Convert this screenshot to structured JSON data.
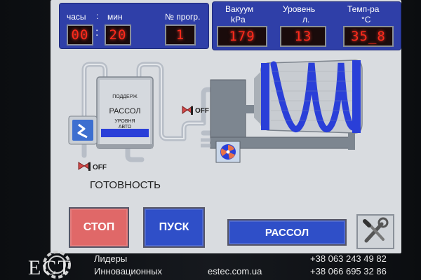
{
  "header": {
    "hours_label": "часы",
    "separator": ":",
    "minutes_label": "мин",
    "program_label": "№ прогр.",
    "hours_value": "00",
    "minutes_value": "20",
    "program_value": "1",
    "vacuum_label": "Вакуум",
    "vacuum_unit": "kPa",
    "vacuum_value": "179",
    "level_label": "Уровень",
    "level_unit": "л.",
    "level_value": "13",
    "temp_label": "Темп-ра",
    "temp_unit": "°C",
    "temp_value": "35_8"
  },
  "tank": {
    "line1": "ПОДДЕРЖ",
    "line2": "РАССОЛ",
    "line3": "УРОВНЯ",
    "line4": "АВТО"
  },
  "valves": {
    "valve1_state": "OFF",
    "valve2_state": "OFF"
  },
  "status_text": "ГОТОВНОСТЬ",
  "buttons": {
    "stop": "СТОП",
    "start": "ПУСК",
    "brine": "РАССОЛ"
  },
  "footer": {
    "logo": "ЕСТ",
    "slogan_line1": "Лидеры",
    "slogan_line2": "Инновационных",
    "website": "estec.com.ua",
    "phone1": "+38 063 243 49 82",
    "phone2": "+38 066 695 32 86"
  },
  "colors": {
    "panel_blue": "#2f3fa8",
    "display_red": "#ff2a1c",
    "stop_button": "#e06868",
    "start_button": "#2f4fc8",
    "drum_blue": "#2a3fd8"
  }
}
